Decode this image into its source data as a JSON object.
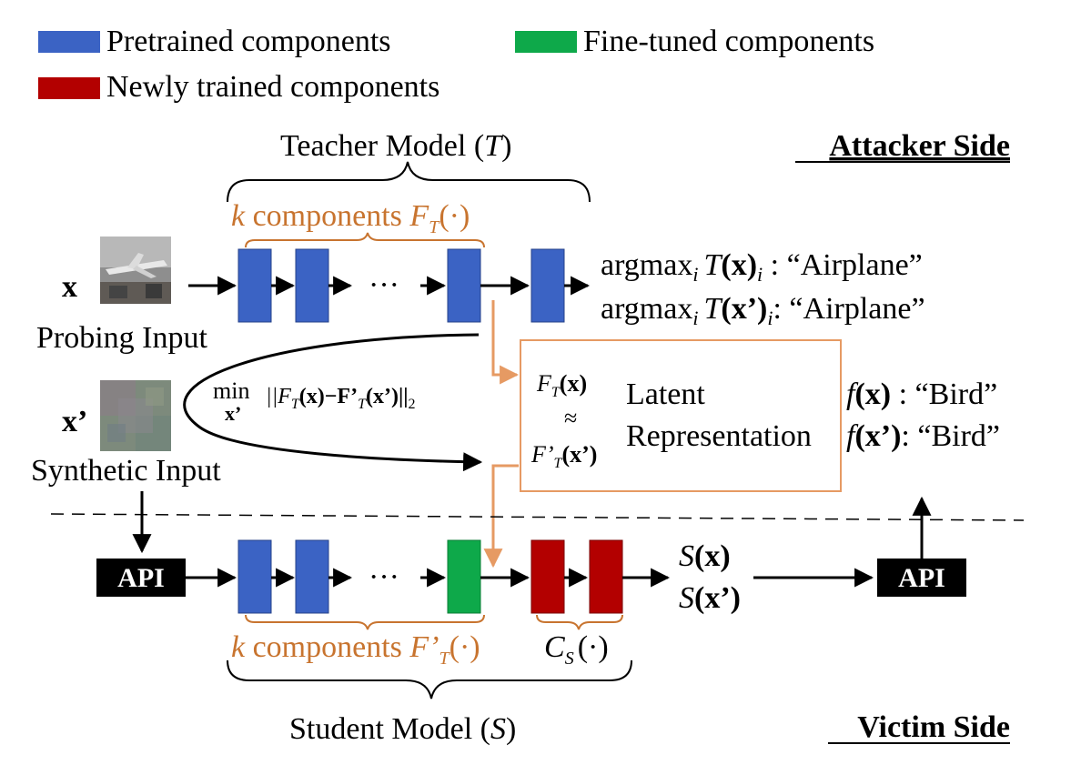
{
  "legend": {
    "pretrained": "Pretrained components",
    "finetuned": "Fine-tuned components",
    "newly": "Newly trained components"
  },
  "colors": {
    "pretrained": "#3b63c4",
    "finetuned": "#0ea94a",
    "newly": "#b30000",
    "orange": "#e69a63",
    "orange_text": "#c8742f"
  },
  "sides": {
    "attacker": "Attacker Side",
    "victim": "Victim Side"
  },
  "teacher": {
    "title": "Teacher Model (",
    "symbol": "T",
    "close": ")",
    "k_italic": "k",
    "k_text": " components ",
    "feature": "F",
    "feature_sub": "T",
    "feature_arg": "(·)"
  },
  "student": {
    "title": "Student Model (",
    "symbol": "S",
    "close": ")",
    "k_italic": "k",
    "k_text": " components ",
    "feature": "F’",
    "feature_sub": "T",
    "feature_arg": "(·)",
    "classifier": "C",
    "classifier_sub": "S",
    "classifier_arg": "(·)"
  },
  "inputs": {
    "x_label": "x",
    "probing": "Probing Input",
    "xp_label": "x’",
    "synthetic": "Synthetic Input"
  },
  "outputs": {
    "line1_prefix": "argmax",
    "line1_sub": "i",
    "line1_model": "T",
    "line1_arg": "(x)",
    "line1_idx": "i",
    "line1_value": " : “Airplane”",
    "line2_prefix": "argmax",
    "line2_sub": "i",
    "line2_model": "T",
    "line2_arg": "(x’)",
    "line2_idx": "i",
    "line2_value": ": “Airplane”"
  },
  "latent": {
    "top": "F",
    "top_sub": "T",
    "top_arg": "(x)",
    "approx": "≈",
    "bottom": "F’",
    "bottom_sub": "T",
    "bottom_arg": "(x’)",
    "label1": "Latent",
    "label2": "Representation"
  },
  "objective": {
    "min": "min",
    "min_var": "x’",
    "expr": "||F",
    "expr_sub1": "T",
    "expr_arg1": "(x)−F’",
    "expr_sub2": "T",
    "expr_arg2": "(x’)||",
    "expr_norm": "2"
  },
  "victim_outputs": {
    "f1_fn": "f",
    "f1_arg": "(x)",
    "f1_value": " : “Bird”",
    "f2_fn": "f",
    "f2_arg": "(x’)",
    "f2_value": ": “Bird”",
    "s1_fn": "S",
    "s1_arg": "(x)",
    "s2_fn": "S",
    "s2_arg": "(x’)"
  },
  "api": {
    "label_left": "API",
    "label_right": "API"
  },
  "ellipsis": "···"
}
